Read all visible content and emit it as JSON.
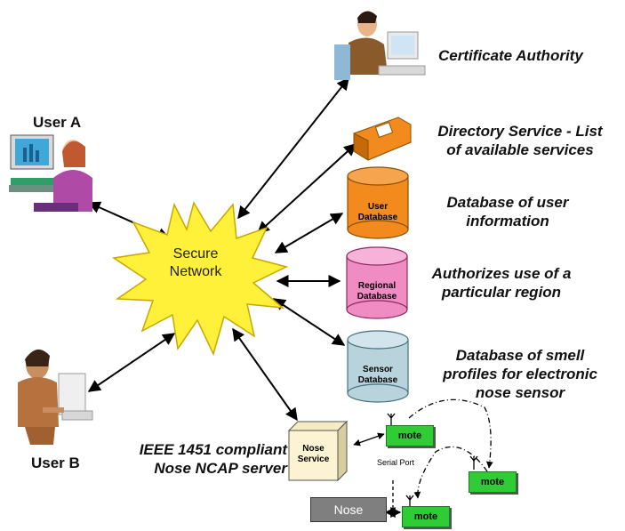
{
  "network": {
    "line1": "Secure",
    "line2": "Network"
  },
  "users": {
    "a": "User A",
    "b": "User B"
  },
  "labels": {
    "certificate_authority": "Certificate Authority",
    "directory_l1": "Directory Service - List",
    "directory_l2": "of available services",
    "userdb_l1": "Database of user",
    "userdb_l2": "information",
    "regional_l1": "Authorizes use of a",
    "regional_l2": "particular region",
    "sensor_l1": "Database of smell",
    "sensor_l2": "profiles for electronic",
    "sensor_l3": "nose sensor",
    "ncap_l1": "IEEE 1451 compliant",
    "ncap_l2": "Nose NCAP server"
  },
  "databases": {
    "user": {
      "l1": "User",
      "l2": "Database",
      "color": "#f28a1e"
    },
    "regional": {
      "l1": "Regional",
      "l2": "Database",
      "color": "#f08cc4"
    },
    "sensor": {
      "l1": "Sensor",
      "l2": "Database",
      "color": "#b9d3dd"
    }
  },
  "server": {
    "l1": "Nose",
    "l2": "Service"
  },
  "serial_port": "Serial Port",
  "motes": {
    "m1": "mote",
    "m2": "mote",
    "m3": "mote"
  },
  "nose": "Nose",
  "colors": {
    "starburst": "#fff13a",
    "mote": "#2fcc35",
    "nose_box": "#7f7f7f"
  }
}
